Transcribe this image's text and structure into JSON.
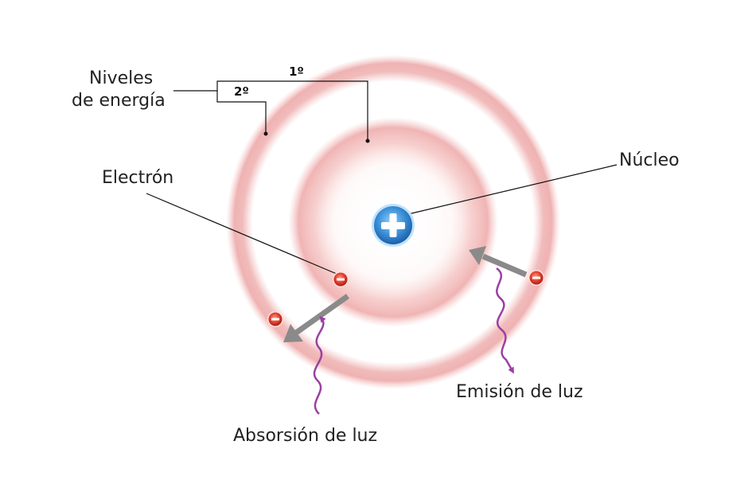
{
  "labels": {
    "energy_levels_line1": "Niveles",
    "energy_levels_line2": "de energía",
    "level_1": "1º",
    "level_2": "2º",
    "electron": "Electrón",
    "nucleus": "Núcleo",
    "absorption": "Absorsión de luz",
    "emission": "Emisión de luz"
  },
  "colors": {
    "orbit": "#f0b4b4",
    "nucleus": "#3a8fd6",
    "electron": "#e03c2c",
    "transition_arrow": "#8a8a8a",
    "light_wave": "#9b3fa3",
    "leader_line": "#111111"
  },
  "icons": {
    "nucleus": "plus-sign",
    "electron": "minus-sign"
  }
}
